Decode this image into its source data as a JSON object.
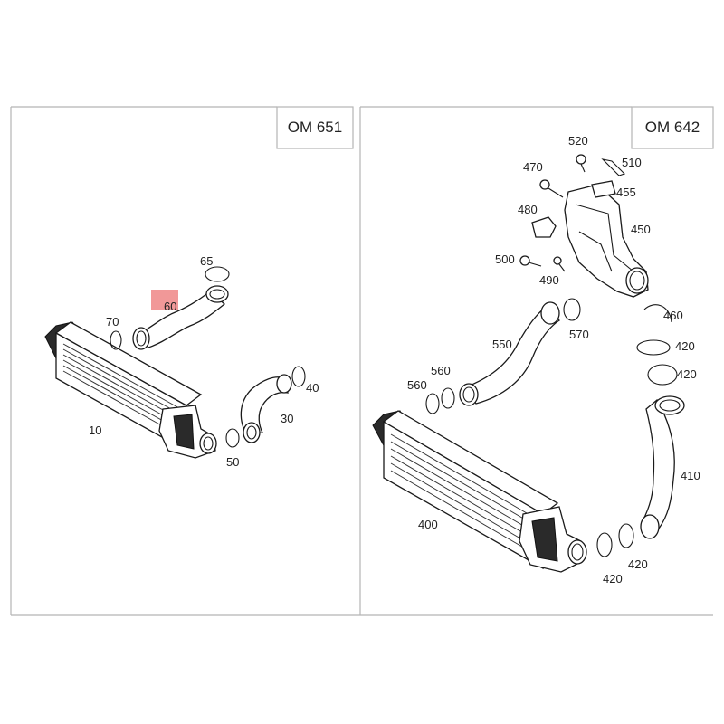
{
  "panels": [
    {
      "id": "left",
      "engine": "OM 651",
      "callouts": [
        "65",
        "60",
        "70",
        "10",
        "40",
        "30",
        "50"
      ]
    },
    {
      "id": "right",
      "engine": "OM 642",
      "callouts": [
        "520",
        "470",
        "510",
        "455",
        "480",
        "450",
        "500",
        "490",
        "460",
        "570",
        "550",
        "420",
        "560",
        "560",
        "420",
        "410",
        "400",
        "420",
        "420"
      ]
    }
  ],
  "highlight": {
    "color": "#ef8d8d",
    "part": "60"
  },
  "colors": {
    "line": "#1a1a1a",
    "frame": "#b5b5b5",
    "background": "#ffffff"
  }
}
